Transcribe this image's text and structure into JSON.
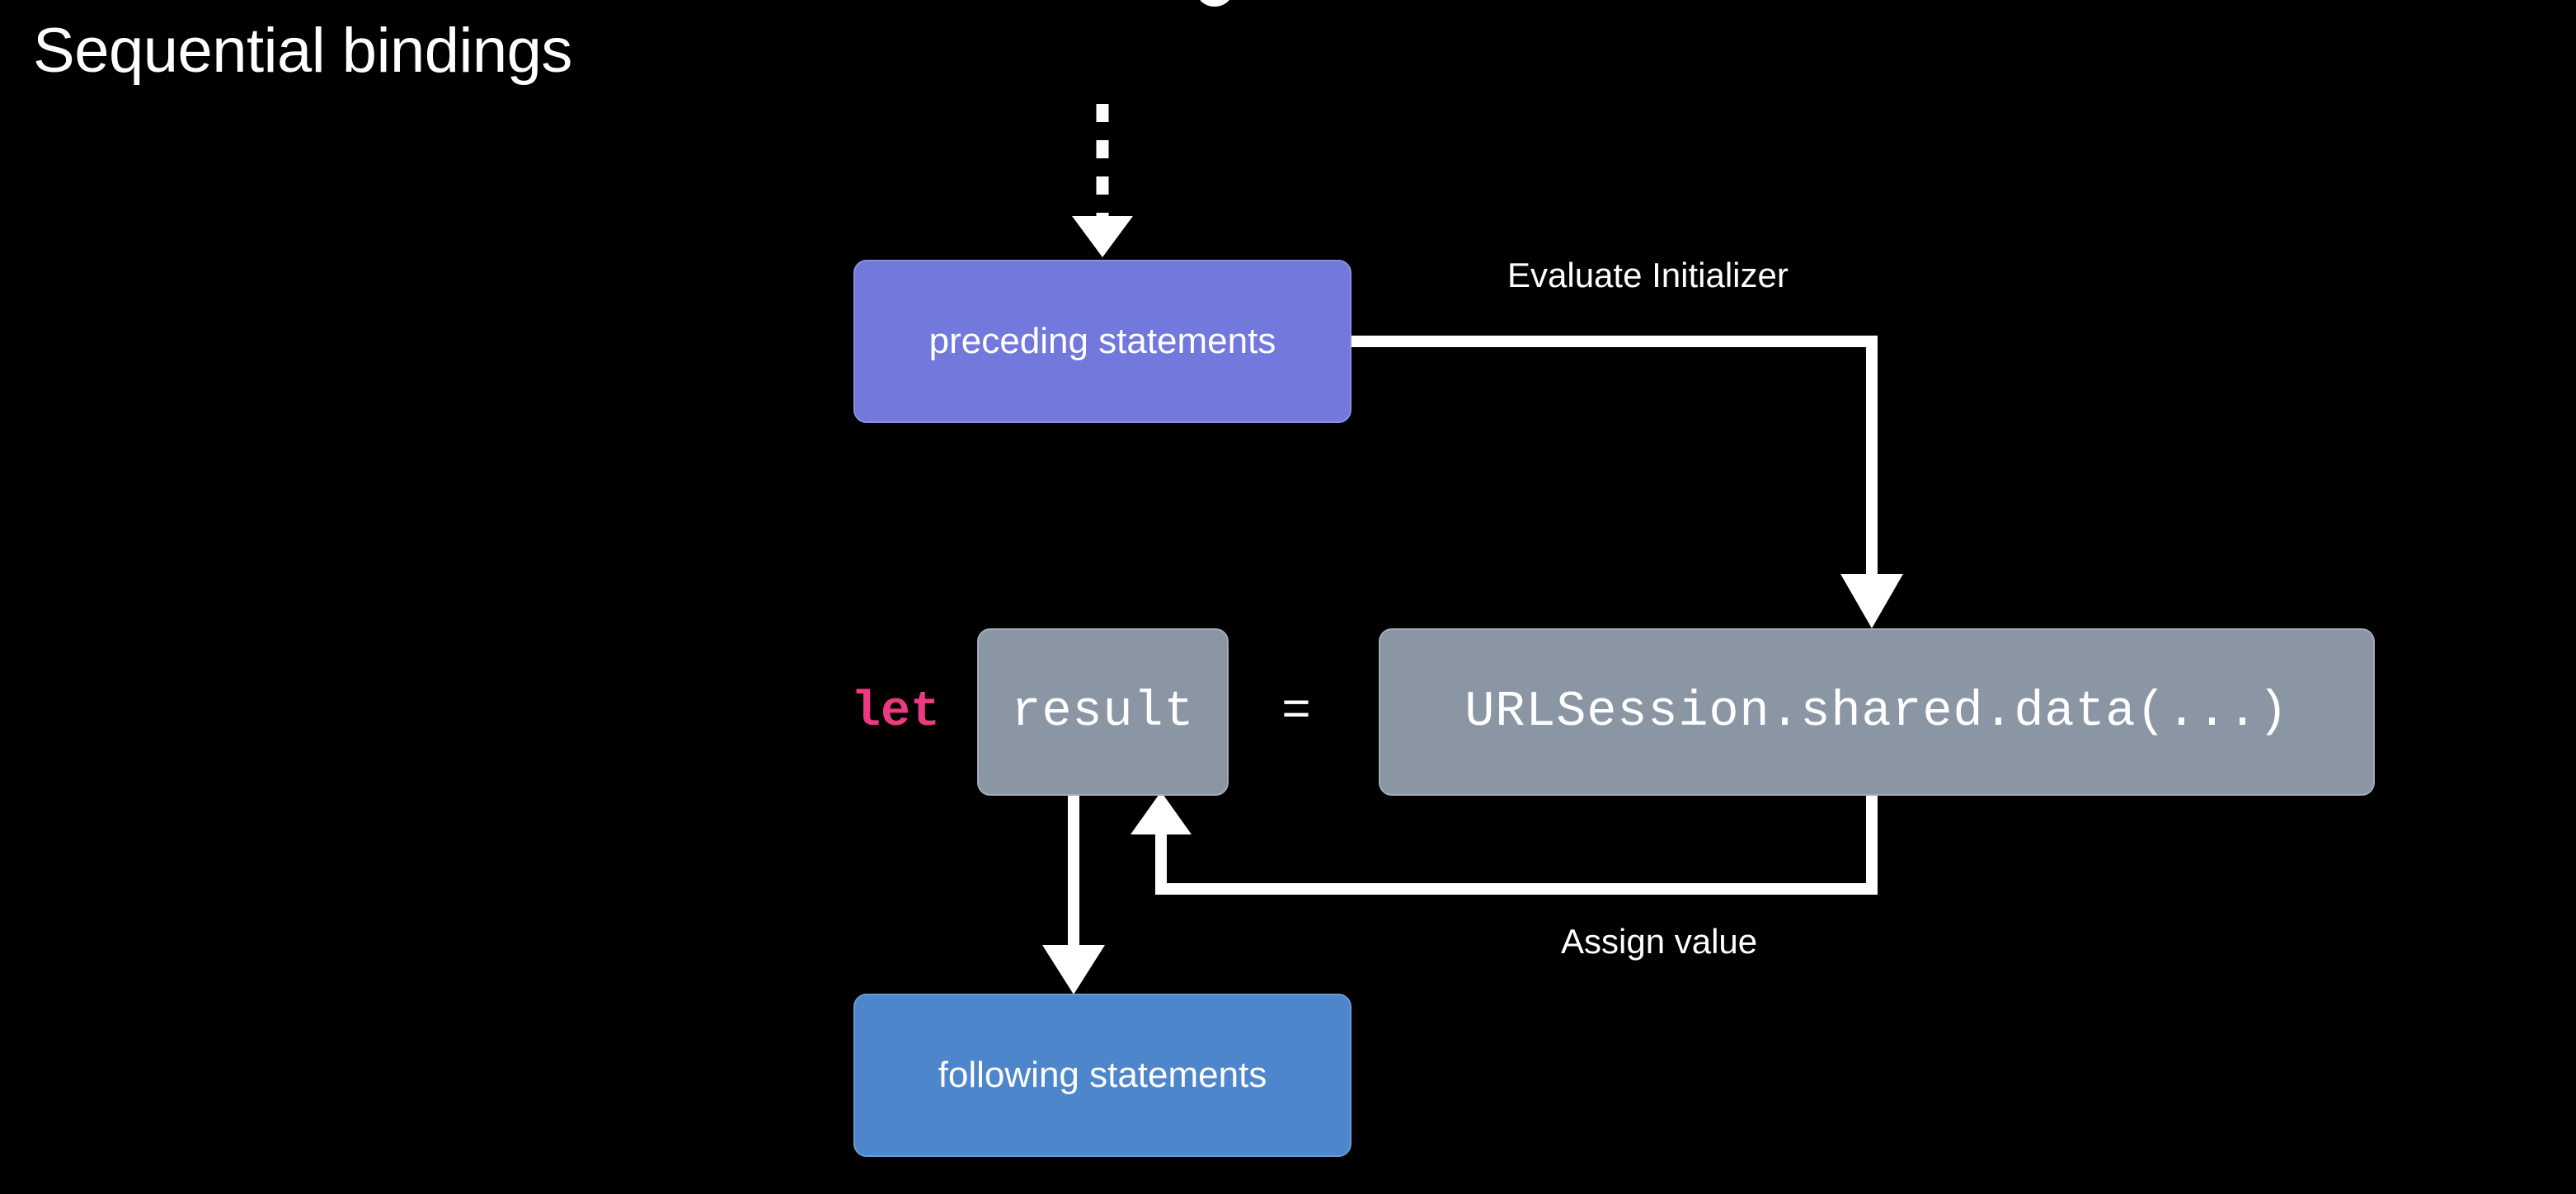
{
  "slide": {
    "title": "Sequential bindings",
    "background_color": "#000000",
    "text_color": "#ffffff"
  },
  "colors": {
    "background": "#000000",
    "purple_node": "#7278dc",
    "blue_node": "#4e86cb",
    "gray_node": "#8b96a4",
    "keyword_pink": "#ea3a81",
    "edge_white": "#ffffff"
  },
  "nodes": {
    "preceding": {
      "label": "preceding statements",
      "color": "#7278dc",
      "shape": "rounded-rect"
    },
    "following": {
      "label": "following statements",
      "color": "#4e86cb",
      "shape": "rounded-rect"
    },
    "result": {
      "label": "result",
      "color": "#8b96a4",
      "shape": "rounded-rect",
      "style": "monospace"
    },
    "initializer": {
      "label": "URLSession.shared.data(...)",
      "color": "#8b96a4",
      "shape": "rounded-rect",
      "style": "monospace"
    }
  },
  "code": {
    "keyword": "let",
    "keyword_color": "#ea3a81",
    "assignment_operator": "="
  },
  "edges": [
    {
      "id": "entry",
      "label": "",
      "from": "above",
      "to": "preceding",
      "style": "dashed",
      "arrowhead": "filled-triangle",
      "direction": "down"
    },
    {
      "id": "evaluate-initializer",
      "label": "Evaluate Initializer",
      "from": "preceding",
      "to": "initializer",
      "style": "solid",
      "arrowhead": "filled-triangle",
      "direction": "right-then-down"
    },
    {
      "id": "assign-value",
      "label": "Assign value",
      "from": "initializer",
      "to": "result",
      "style": "solid",
      "arrowhead": "filled-triangle",
      "direction": "down-then-left-then-up"
    },
    {
      "id": "continue",
      "label": "",
      "from": "result",
      "to": "following",
      "style": "solid",
      "arrowhead": "filled-triangle",
      "direction": "down"
    }
  ]
}
